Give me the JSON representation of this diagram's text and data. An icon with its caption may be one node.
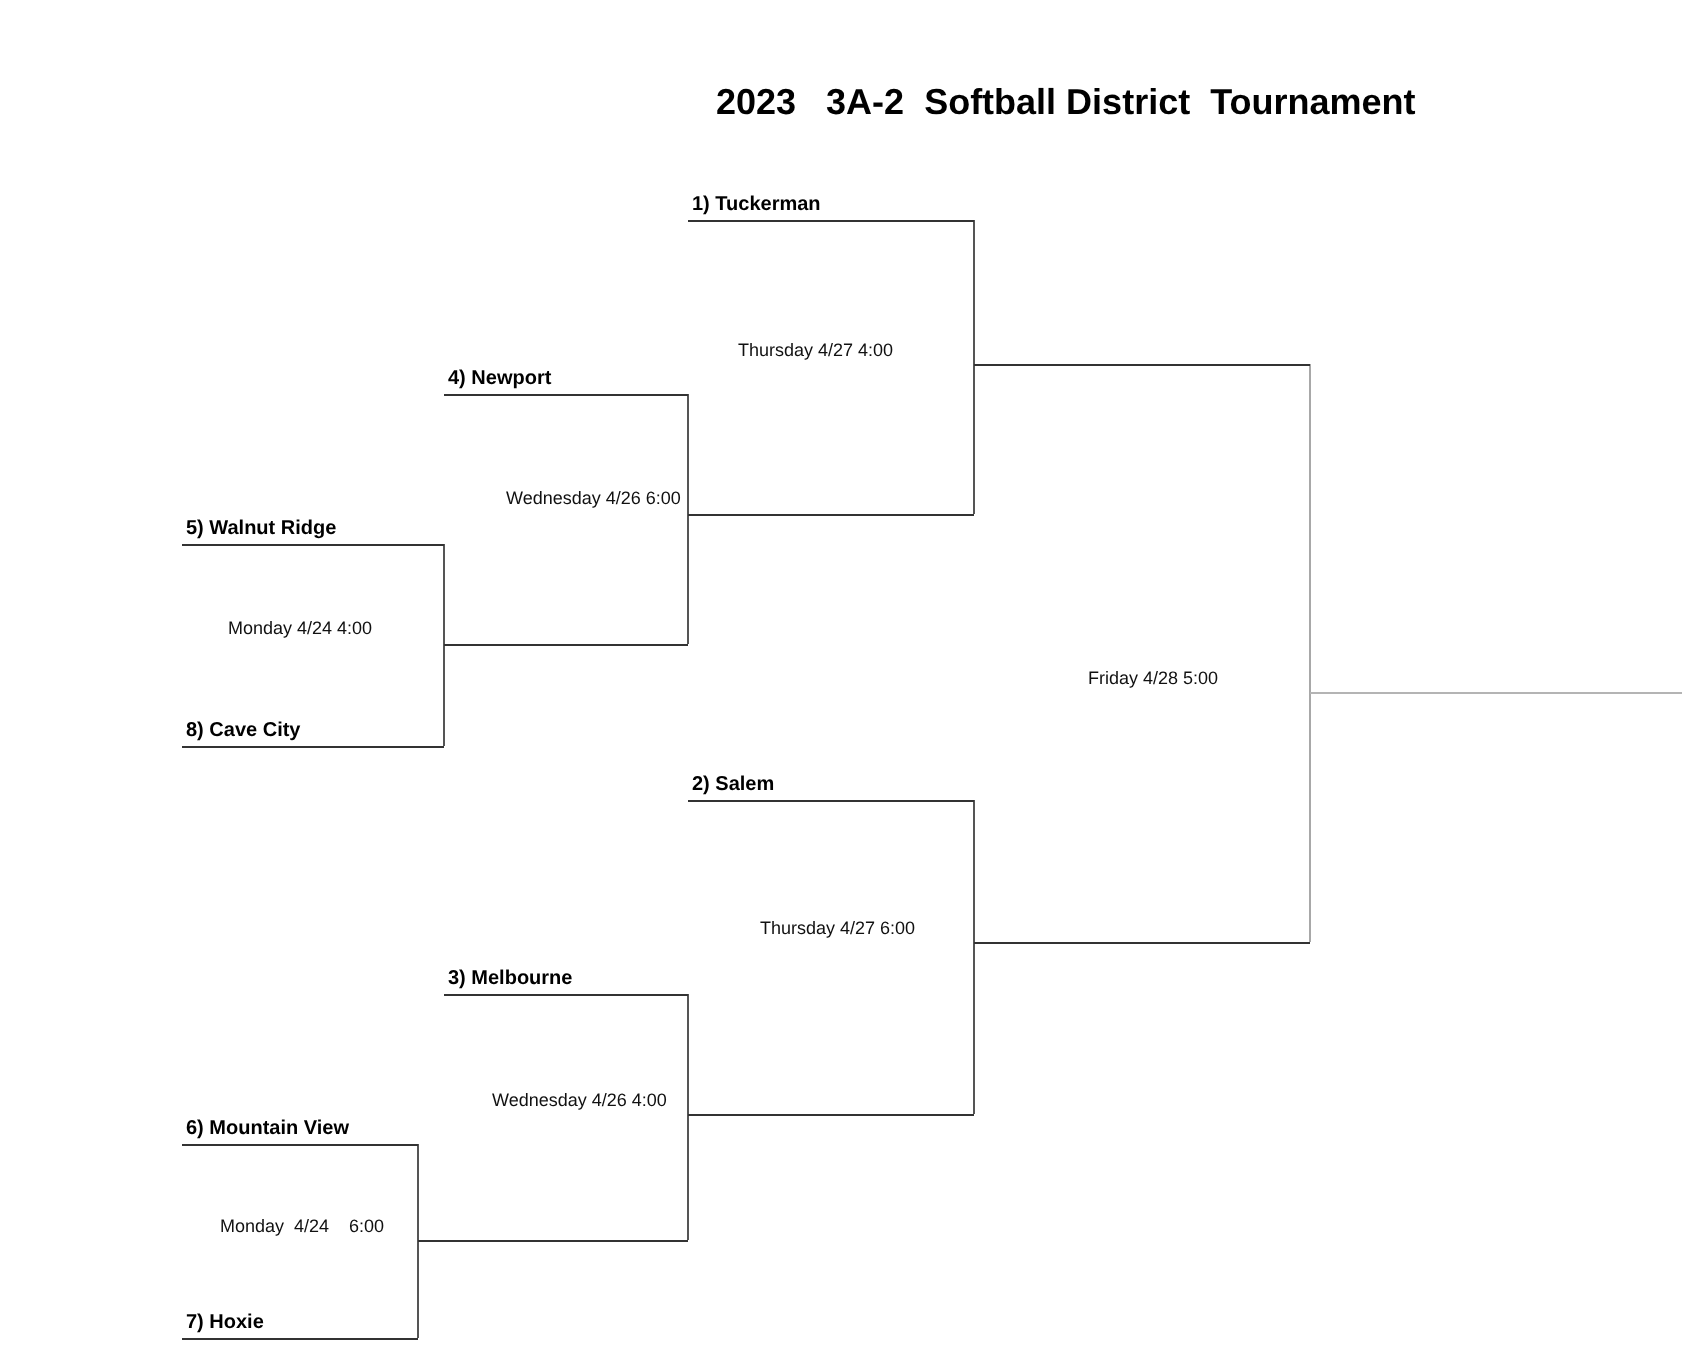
{
  "diagram": {
    "title": "2023   3A-2  Softball District  Tournament",
    "nodes": [
      {
        "text": [
          "1) Tuckerman"
        ]
      },
      {
        "text": [
          "4) Newport"
        ]
      },
      {
        "text": [
          "5) Walnut Ridge"
        ]
      },
      {
        "text": [
          "8) Cave City"
        ]
      },
      {
        "text": [
          "2) Salem"
        ]
      },
      {
        "text": [
          "3) Melbourne"
        ]
      },
      {
        "text": [
          "6) Mountain View"
        ]
      },
      {
        "text": [
          "7) Hoxie"
        ]
      },
      {
        "text": [],
        "shape": "bar"
      },
      {
        "text": [],
        "shape": "bar",
        "beside": [
          "Wednesday 4/26 6:00"
        ]
      },
      {
        "text": [],
        "shape": "bar"
      },
      {
        "text": [],
        "shape": "bar",
        "beside": [
          "Monday  4/24    6:00"
        ]
      },
      {
        "text": [],
        "shape": "bar",
        "beside": [
          "Wednesday 4/26 4:00"
        ]
      },
      {
        "text": [],
        "shape": "bar",
        "beside": [
          "Thursday 4/27 6:00"
        ]
      },
      {
        "text": [],
        "shape": "bar"
      }
    ],
    "edges": [
      {
        "from": 2,
        "to": 8,
        "arrow": "none"
      },
      {
        "from": 3,
        "to": 8,
        "arrow": "none"
      },
      {
        "from": 1,
        "to": 9,
        "arrow": "none"
      },
      {
        "from": 8,
        "to": 9,
        "arrow": "none"
      },
      {
        "from": 0,
        "to": 10,
        "arrow": "none"
      },
      {
        "from": 9,
        "to": 10,
        "arrow": "none"
      },
      {
        "from": 6,
        "to": 11,
        "arrow": "none"
      },
      {
        "from": 7,
        "to": 11,
        "arrow": "none"
      },
      {
        "from": 5,
        "to": 12,
        "arrow": "none"
      },
      {
        "from": 11,
        "to": 12,
        "arrow": "none"
      },
      {
        "from": 4,
        "to": 13,
        "arrow": "none"
      },
      {
        "from": 12,
        "to": 13,
        "arrow": "none"
      },
      {
        "from": 10,
        "to": 14,
        "arrow": "none",
        "color": "#a8a8a8"
      },
      {
        "from": 13,
        "to": 14,
        "arrow": "none",
        "color": "#a8a8a8"
      }
    ],
    "labels": [
      "Thursday 4/27 4:00",
      "Monday 4/24 4:00",
      "Friday 4/28 5:00"
    ]
  }
}
